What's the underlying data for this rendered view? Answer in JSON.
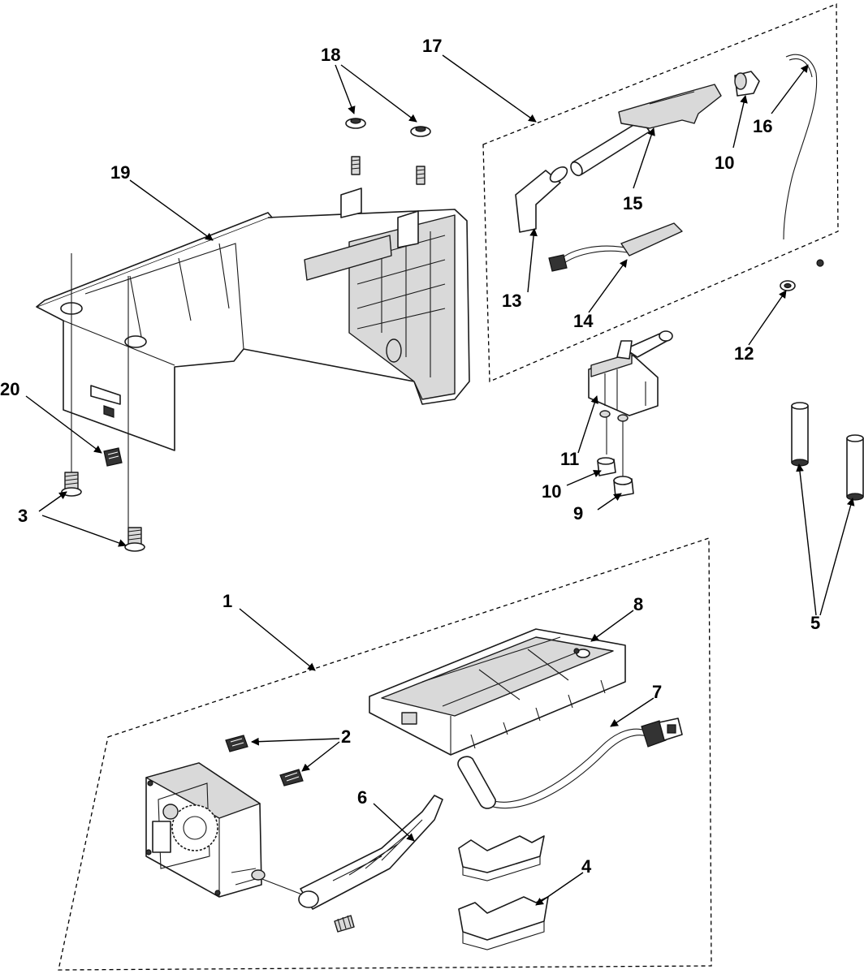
{
  "diagram": {
    "callouts": [
      {
        "id": "c1",
        "label": "1"
      },
      {
        "id": "c2",
        "label": "2"
      },
      {
        "id": "c3",
        "label": "3"
      },
      {
        "id": "c4",
        "label": "4"
      },
      {
        "id": "c5",
        "label": "5"
      },
      {
        "id": "c6",
        "label": "6"
      },
      {
        "id": "c7",
        "label": "7"
      },
      {
        "id": "c8",
        "label": "8"
      },
      {
        "id": "c9",
        "label": "9"
      },
      {
        "id": "c10a",
        "label": "10"
      },
      {
        "id": "c10b",
        "label": "10"
      },
      {
        "id": "c11",
        "label": "11"
      },
      {
        "id": "c12",
        "label": "12"
      },
      {
        "id": "c13",
        "label": "13"
      },
      {
        "id": "c14",
        "label": "14"
      },
      {
        "id": "c15",
        "label": "15"
      },
      {
        "id": "c16",
        "label": "16"
      },
      {
        "id": "c17",
        "label": "17"
      },
      {
        "id": "c18",
        "label": "18"
      },
      {
        "id": "c19",
        "label": "19"
      },
      {
        "id": "c20",
        "label": "20"
      }
    ]
  }
}
